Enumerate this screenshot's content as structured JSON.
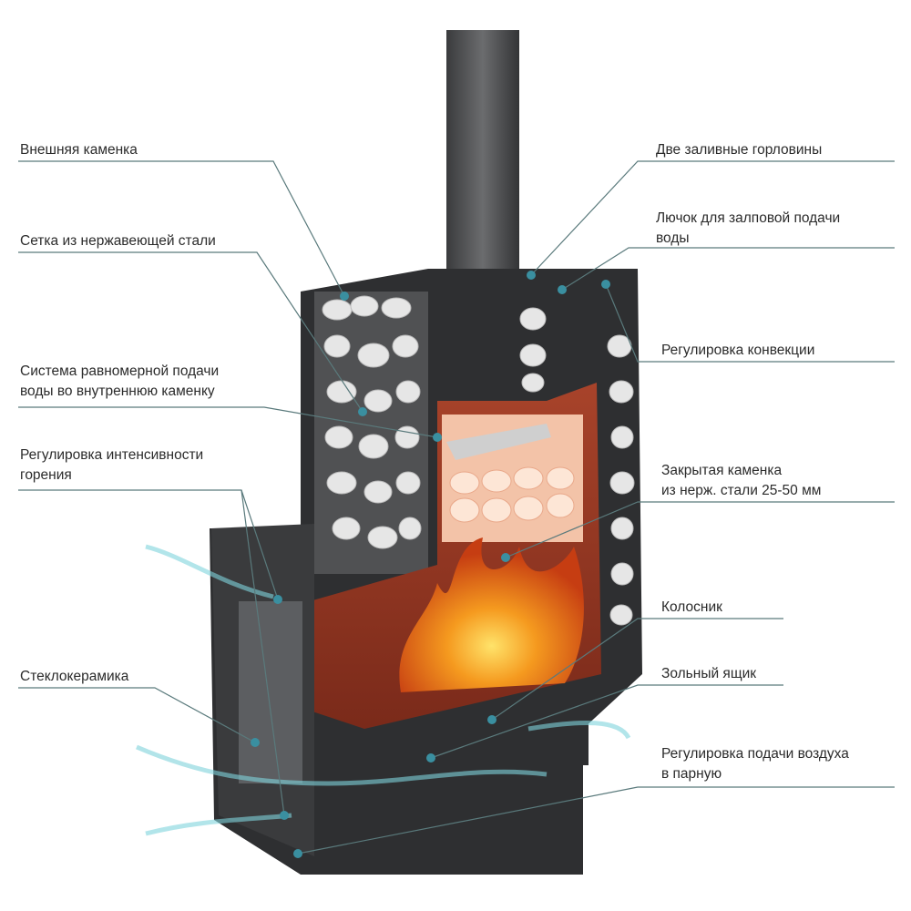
{
  "labels_left": [
    {
      "text": "Внешняя каменка"
    },
    {
      "text": "Сетка из нержавеющей стали"
    },
    {
      "text": "Система равномерной подачи воды во внутреннюю каменку",
      "line1": "Система равномерной подачи",
      "line2": "воды во внутреннюю каменку"
    },
    {
      "text": "Регулировка интенсивности горения",
      "line1": "Регулировка интенсивности",
      "line2": "горения"
    },
    {
      "text": "Стеклокерамика"
    }
  ],
  "labels_right": [
    {
      "text": "Две заливные горловины"
    },
    {
      "text": "Лючок для залповой подачи воды",
      "line1": "Лючок для залповой подачи",
      "line2": "воды"
    },
    {
      "text": "Регулировка конвекции"
    },
    {
      "text": "Закрытая каменка из нерж. стали 25-50 мм",
      "line1": "Закрытая каменка",
      "line2": "из нерж. стали 25-50 мм"
    },
    {
      "text": "Колосник"
    },
    {
      "text": "Зольный ящик"
    },
    {
      "text": "Регулировка подачи воздуха в парную",
      "line1": "Регулировка подачи воздуха",
      "line2": "в парную"
    }
  ],
  "colors": {
    "leader": "#5a7a7c",
    "dot": "#3a8fa0",
    "fire": "#e8621a",
    "body": "#2e2f31",
    "stone": "#e6e6e6",
    "air": "#7fd3dc"
  }
}
